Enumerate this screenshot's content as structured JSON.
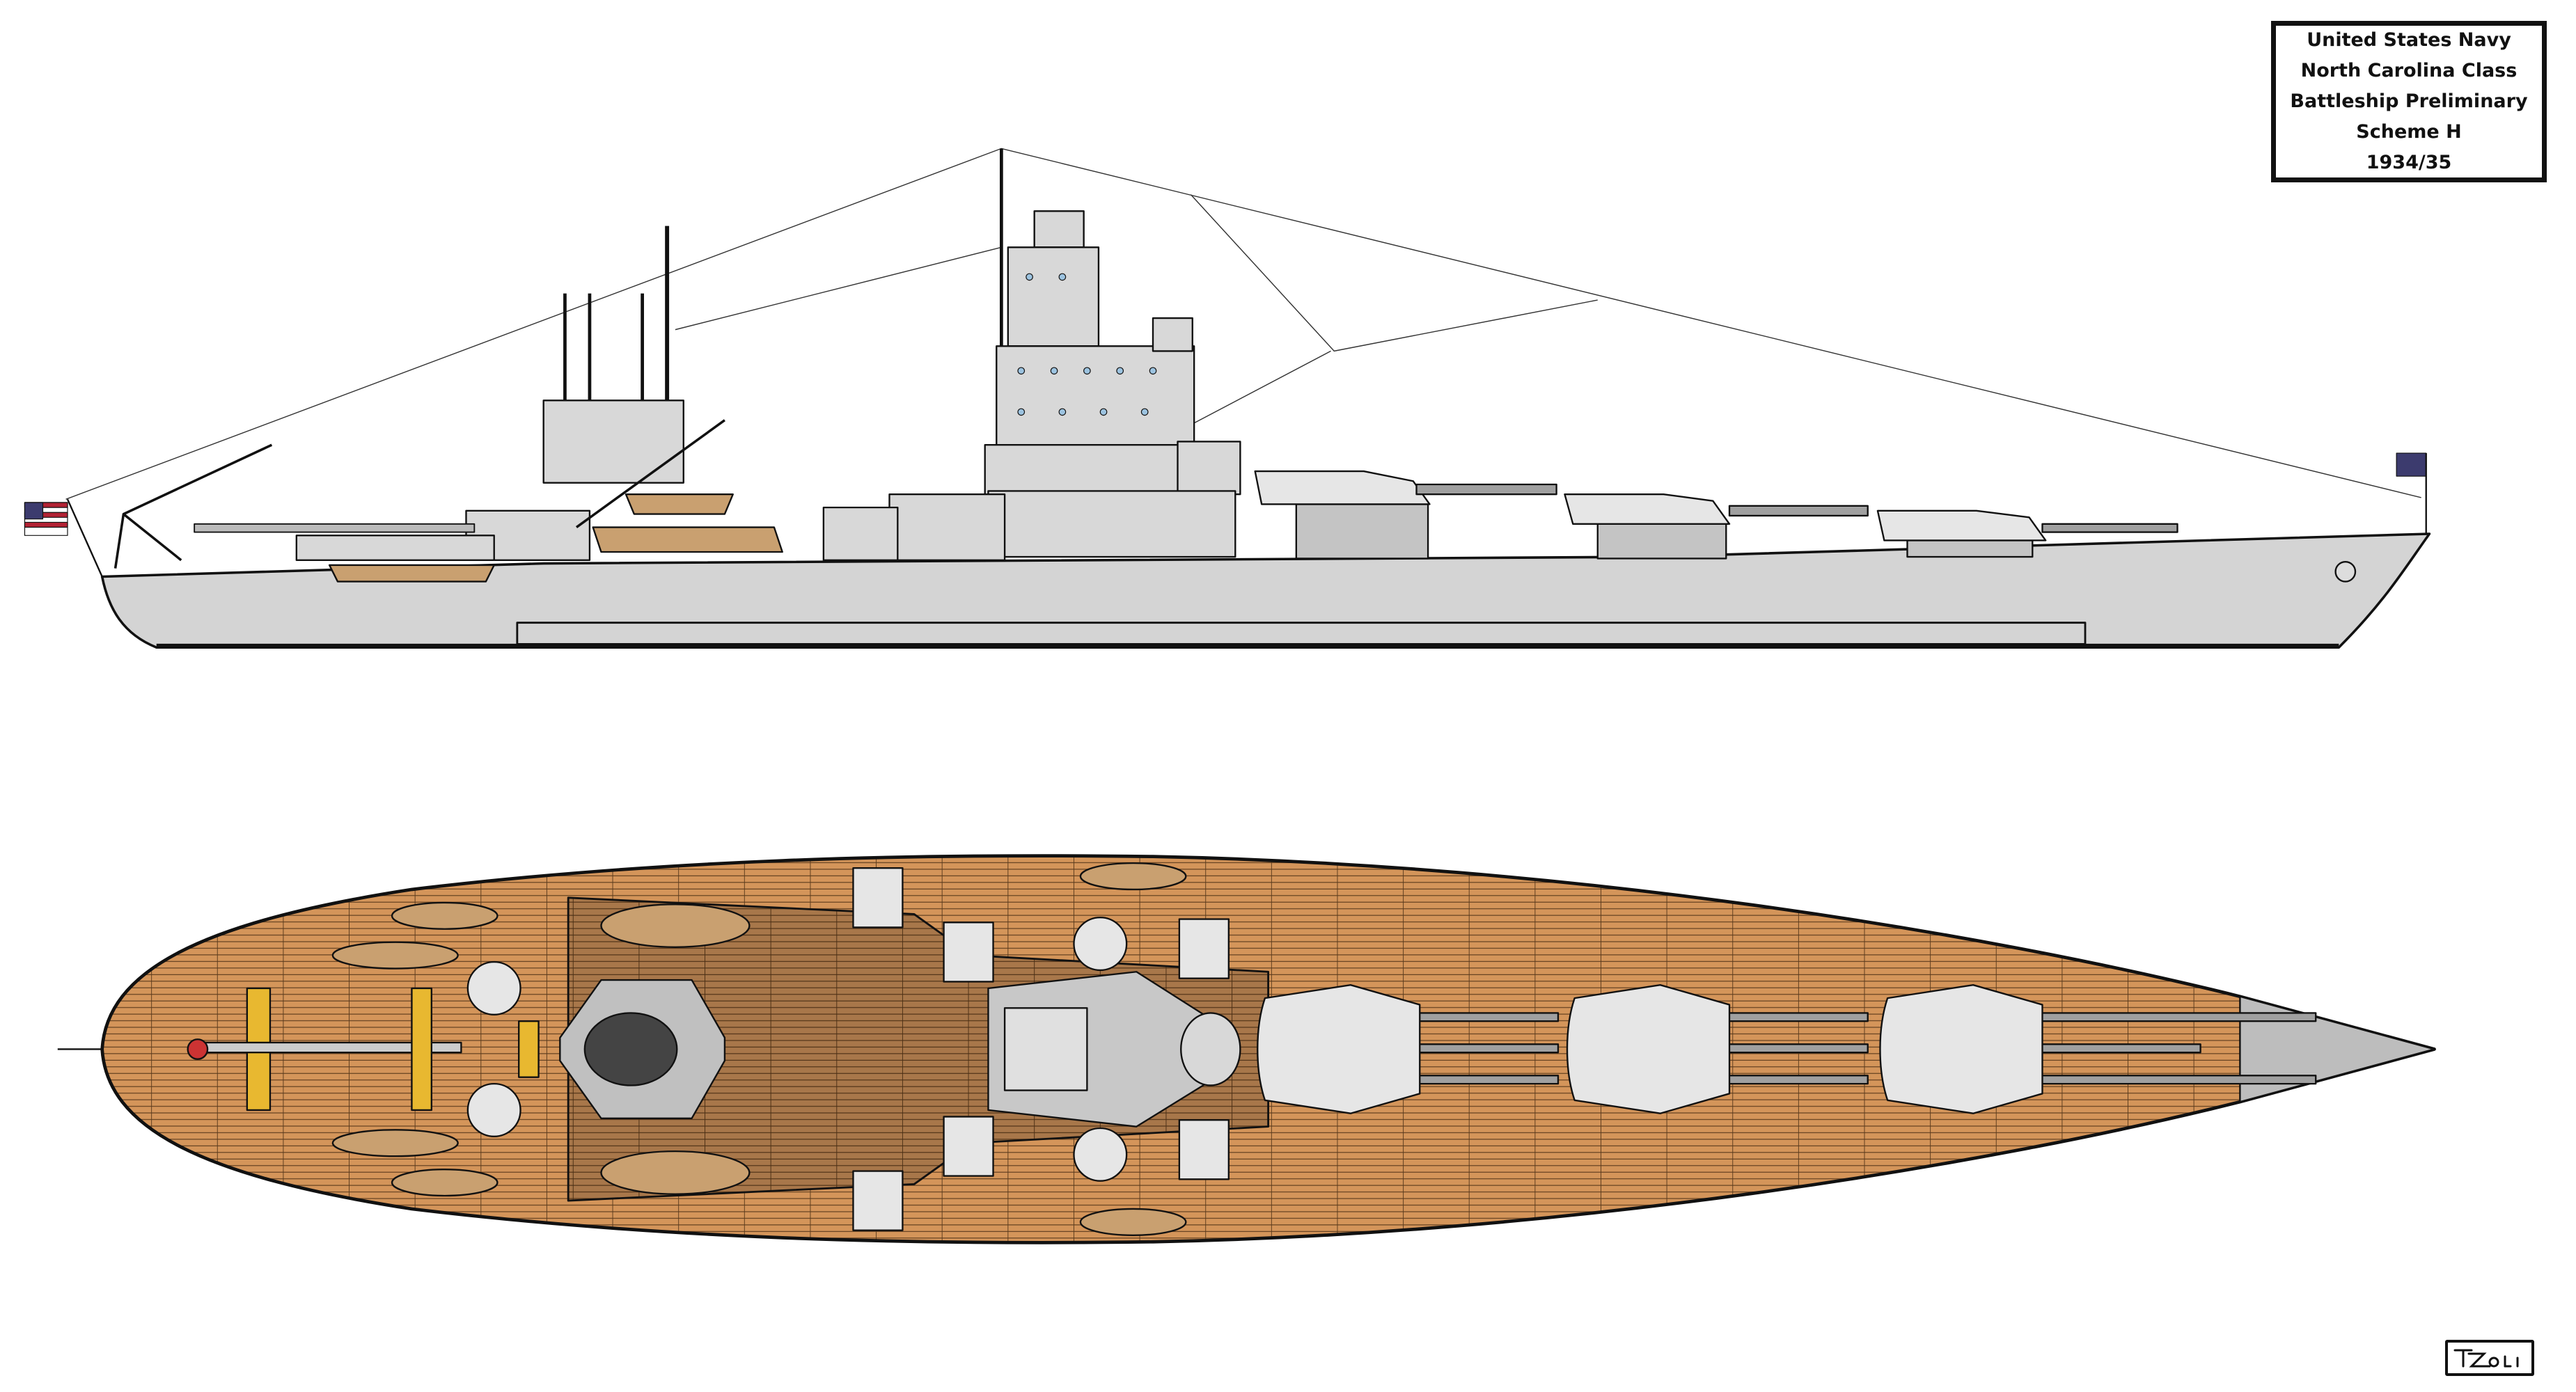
{
  "title_block": {
    "lines": [
      "United States Navy",
      "North Carolina Class",
      "Battleship Preliminary",
      "Scheme H",
      "1934/35"
    ]
  },
  "signature": "TZoli",
  "colors": {
    "hull": "#d4d4d4",
    "deck_wood": "#d4955a",
    "deckhouse_wood": "#a8774a",
    "turret": "#e6e6e6",
    "gun": "#a0a0a0",
    "outline": "#111111"
  }
}
